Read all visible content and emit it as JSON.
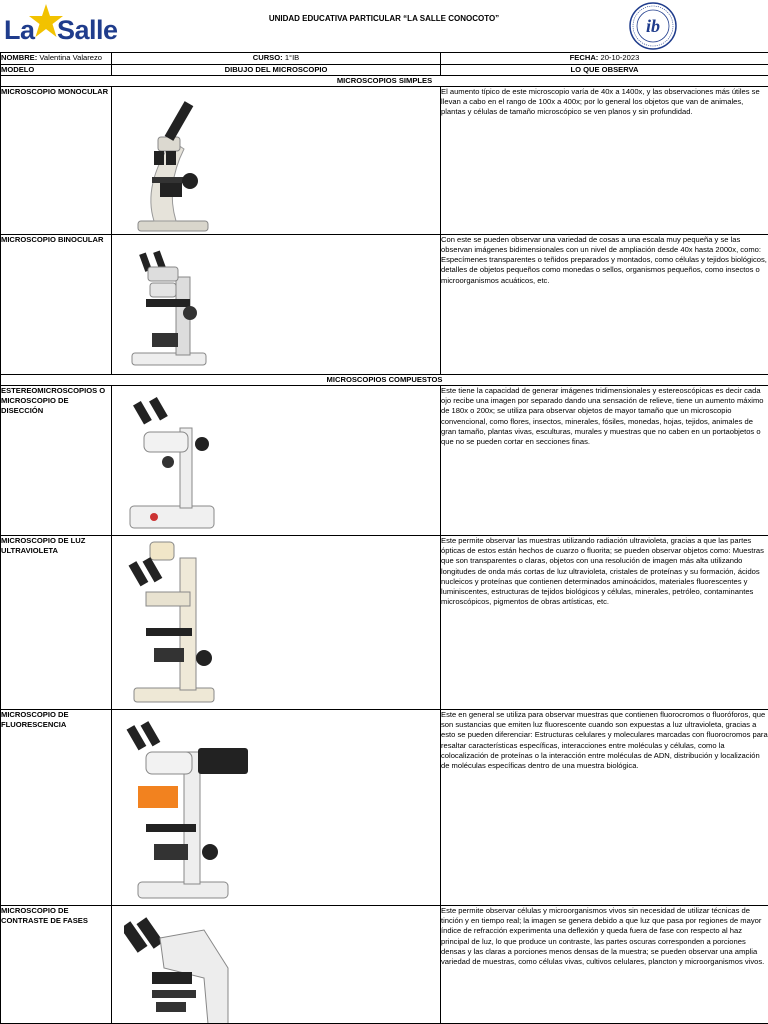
{
  "header": {
    "logo": {
      "text_la": "La",
      "text_salle": "Salle",
      "star_color": "#f2c200",
      "text_color": "#1f3c8c"
    },
    "school_title": "UNIDAD EDUCATIVA PARTICULAR “LA SALLE CONOCOTO”",
    "ib_seal": {
      "center_text": "ib"
    }
  },
  "info": {
    "name_label": "NOMBRE:",
    "name_value": "Valentina Valarezo",
    "course_label": "CURSO:",
    "course_value": "1°IB",
    "date_label": "FECHA:",
    "date_value": "20-10-2023"
  },
  "columns": {
    "model": "MODELO",
    "drawing": "DIBUJO DEL MICROSCOPIO",
    "observes": "LO QUE OBSERVA"
  },
  "sections": {
    "simple": "MICROSCOPIOS SIMPLES",
    "compound": "MICROSCOPIOS COMPUESTOS"
  },
  "rows": [
    {
      "model": "MICROSCOPIO MONOCULAR",
      "image": "monocular-microscope-image",
      "description": "El aumento típico de este microscopio varía de 40x a 1400x, y las observaciones más útiles se llevan a cabo en el rango de 100x a 400x; por lo general los objetos que van de animales, plantas y células de tamaño microscópico se ven planos y sin profundidad."
    },
    {
      "model": "MICROSCOPIO BINOCULAR",
      "image": "binocular-microscope-image",
      "description": "Con este se pueden observar una variedad de cosas a una escala muy pequeña y se las observan imágenes bidimensionales con un nivel de ampliación desde 40x hasta 2000x, como: Especímenes transparentes o teñidos preparados y montados, como células y tejidos biológicos, detalles de objetos pequeños como monedas o sellos, organismos pequeños, como insectos o microorganismos acuáticos, etc."
    },
    {
      "model": "ESTEREOMICROSCOPIOS O MICROSCOPIO DE DISECCIÓN",
      "image": "stereo-microscope-image",
      "description": "Este tiene la capacidad de generar imágenes tridimensionales y estereoscópicas es decir cada ojo recibe una imagen por separado dando una sensación de relieve, tiene un aumento máximo de 180x o 200x; se utiliza para observar objetos de mayor tamaño que un microscopio convencional, como flores, insectos, minerales, fósiles, monedas, hojas, tejidos, animales de gran tamaño, plantas vivas, esculturas, murales y muestras que no caben en un portaobjetos o que no se pueden cortar en secciones finas."
    },
    {
      "model": "MICROSCOPIO DE LUZ ULTRAVIOLETA",
      "image": "uv-microscope-image",
      "description": "Este permite observar las muestras utilizando radiación ultravioleta, gracias a que las partes ópticas de estos están hechos de cuarzo o fluorita; se pueden observar objetos como: Muestras que son transparentes o claras, objetos con una resolución de imagen más alta utilizando longitudes de onda más cortas de luz ultravioleta, cristales de proteínas y su formación, ácidos nucleicos y proteínas que contienen determinados aminoácidos, materiales fluorescentes y luminiscentes, estructuras de tejidos biológicos y células, minerales, petróleo, contaminantes microscópicos, pigmentos de obras artísticas, etc."
    },
    {
      "model": "MICROSCOPIO DE FLUORESCENCIA",
      "image": "fluorescence-microscope-image",
      "description": "Este en general se utiliza para observar muestras que contienen fluorocromos o fluoróforos, que son sustancias que emiten luz fluorescente cuando son expuestas a luz ultravioleta, gracias a esto se pueden diferenciar: Estructuras celulares y moleculares marcadas con fluorocromos para resaltar características específicas, interacciones entre moléculas y células, como la colocalización de proteínas o la interacción entre moléculas de ADN, distribución y localización de moléculas específicas dentro de una muestra biológica."
    },
    {
      "model": "MICROSCOPIO DE CONTRASTE DE FASES",
      "image": "phase-contrast-microscope-image",
      "description": "Este permite observar células y microorganismos vivos sin necesidad de utilizar técnicas de tinción y en tiempo real; la imagen se genera debido a que luz que pasa por regiones de mayor índice de refracción experimenta una deflexión y queda fuera de fase con respecto al haz principal de luz, lo que produce un contraste, las partes oscuras corresponden a porciones densas y las claras a porciones menos densas de la muestra; se pueden observar una amplia variedad de muestras, como células vivas, cultivos celulares, plancton y microorganismos vivos."
    }
  ]
}
